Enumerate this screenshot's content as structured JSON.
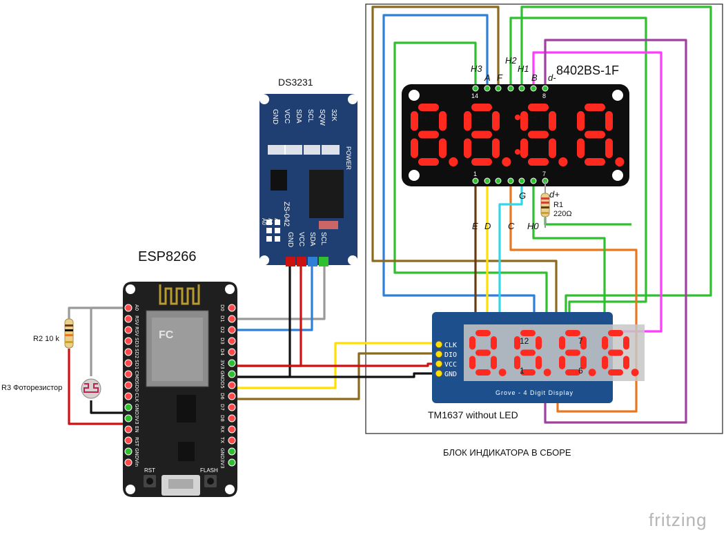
{
  "labels": {
    "esp": "ESP8266",
    "ds3231": "DS3231",
    "disp_model": "8402BS-1F",
    "tm1637": "TM1637 without LED",
    "block": "БЛОК ИНДИКАТОРА В СБОРЕ",
    "r2": "R2 10 k",
    "r3": "R3 Фоторезистор",
    "r1": "R1",
    "r1_value": "220Ω",
    "fritzing": "fritzing",
    "grove": "Grove - 4 Digit Display",
    "zs042": "ZS-042",
    "power": "POWER",
    "rst": "RST",
    "flash": "FLASH"
  },
  "ds3231_top_pins": [
    "GND",
    "VCC",
    "SDA",
    "SCL",
    "SQW",
    "32K"
  ],
  "ds3231_bottom_pins": [
    "GND",
    "VCC",
    "SDA",
    "SCL"
  ],
  "ds3231_addr": [
    "A0",
    "A1",
    "A2"
  ],
  "digits": [
    "H3",
    "H2",
    "H1",
    "H0"
  ],
  "disp_top_pins": {
    "labels": [
      "H3",
      "A",
      "F",
      "H2",
      "H1",
      "B",
      "d-"
    ],
    "first": "14",
    "last": "8"
  },
  "disp_bottom_pins": {
    "labels": [
      "E",
      "D",
      "C",
      "G",
      "H0",
      "d+"
    ],
    "first": "1",
    "last": "7"
  },
  "tm1637_pins": [
    "CLK",
    "DIO",
    "VCC",
    "GND"
  ],
  "tm1637_marks": [
    "12",
    "7",
    "1",
    "6"
  ],
  "esp_right_pins": [
    "D0",
    "D1",
    "D2",
    "D3",
    "D4",
    "3V3",
    "GND",
    "D5",
    "D6",
    "D7",
    "D8",
    "RX",
    "TX",
    "GND",
    "3V3"
  ],
  "esp_left_pins": [
    "A0",
    "RSV",
    "RSV",
    "SD3",
    "SD2",
    "SD1",
    "CMD",
    "SD0",
    "CLK",
    "GND",
    "3V3",
    "EN",
    "RST",
    "GND",
    "Vin"
  ],
  "colors": {
    "board": "#1f1f1f",
    "rtc": "#1f3f73",
    "tm": "#1d4f8c",
    "segment": "#ff2a1f",
    "wire_brown": "#8b6a1e",
    "wire_blue": "#2f7fd6",
    "wire_green": "#2fbf2f",
    "wire_magenta": "#ff3cff",
    "wire_purple": "#a040a0",
    "wire_orange": "#e87820",
    "wire_cyan": "#33d6e6",
    "wire_yellow": "#ffe000",
    "wire_red": "#cc1111",
    "wire_black": "#111111",
    "wire_gray": "#9a9a9a",
    "wire_darkbrown": "#6a3a10"
  }
}
